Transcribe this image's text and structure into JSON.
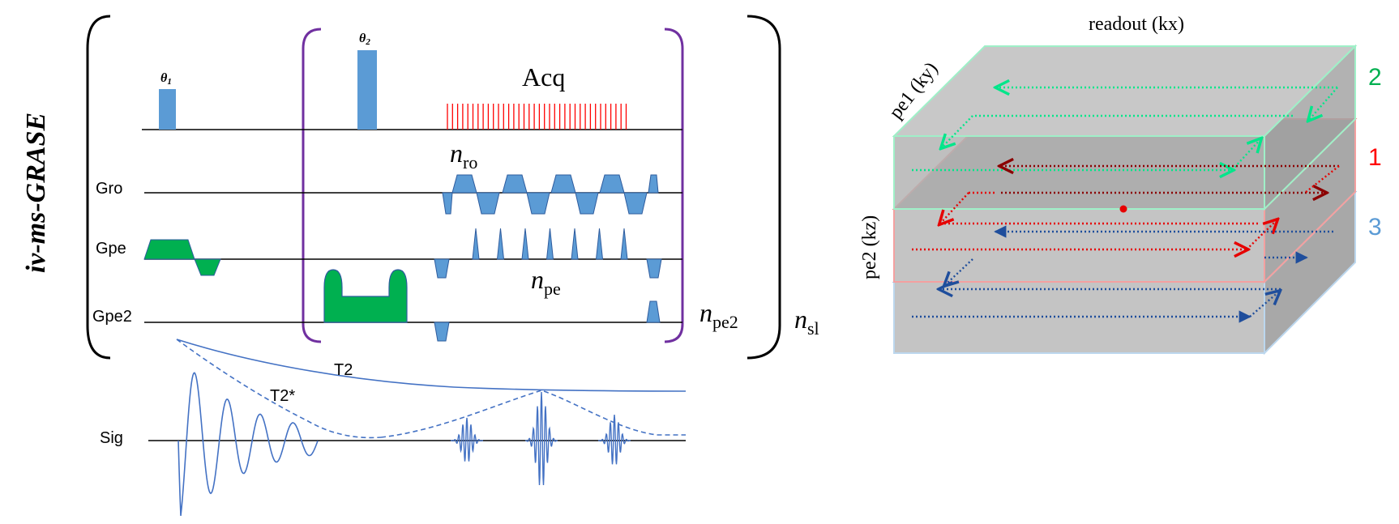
{
  "sequence": {
    "title": "iv-ms-GRASE",
    "rf_angle_1": {
      "main": "θ",
      "sub": "1"
    },
    "rf_angle_2": {
      "main": "θ",
      "sub": "2"
    },
    "acq_label": "Acq",
    "rows": {
      "gro": "Gro",
      "gpe": "Gpe",
      "gpe2": "Gpe2",
      "sig": "Sig"
    },
    "n_ro": {
      "main": "n",
      "sub": "ro"
    },
    "n_pe": {
      "main": "n",
      "sub": "pe"
    },
    "n_pe2": {
      "main": "n",
      "sub": "pe2"
    },
    "n_sl": {
      "main": "n",
      "sub": "sl"
    },
    "t2_label": "T2",
    "t2star_label": "T2*"
  },
  "kspace": {
    "readout_label": "readout (kx)",
    "pe1_label": "pe1 (ky)",
    "pe2_label": "pe2 (kz)",
    "slab_labels": [
      {
        "text": "2",
        "color": "#00b050"
      },
      {
        "text": "1",
        "color": "#ff0000"
      },
      {
        "text": "3",
        "color": "#5b9bd5"
      }
    ]
  },
  "colors": {
    "gradient_blue": "#5b9bd5",
    "gradient_green": "#00b050",
    "bracket_purple": "#7030a0",
    "acq_red": "#ff0000",
    "signal_blue": "#4472c4",
    "slab_green": "#00e68a",
    "slab_red": "#e60000",
    "slab_blue": "#1f4e9c"
  }
}
